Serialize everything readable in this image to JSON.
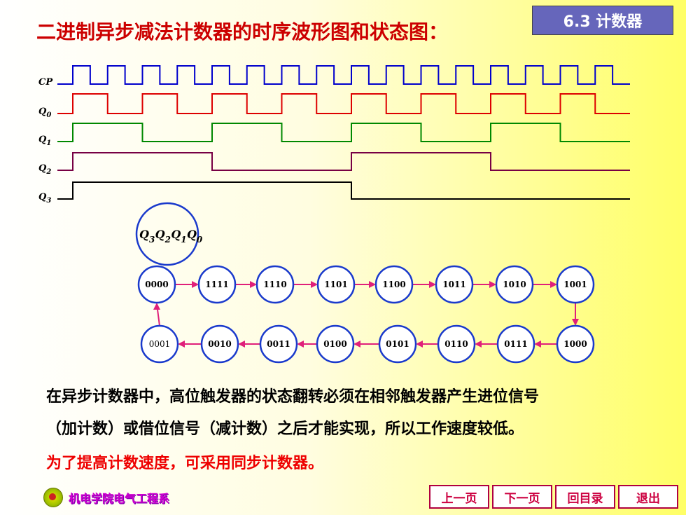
{
  "title": "二进制异步减法计数器的时序波形图和状态图：",
  "section_tab": "6.3 计数器",
  "waveform": {
    "signals": [
      {
        "id": "CP",
        "base": "CP",
        "sub": "",
        "color": "#0000cc"
      },
      {
        "id": "Q0",
        "base": "Q",
        "sub": "0",
        "color": "#dd0000"
      },
      {
        "id": "Q1",
        "base": "Q",
        "sub": "1",
        "color": "#008800"
      },
      {
        "id": "Q2",
        "base": "Q",
        "sub": "2",
        "color": "#770044"
      },
      {
        "id": "Q3",
        "base": "Q",
        "sub": "3",
        "color": "#000000"
      }
    ]
  },
  "state_diagram": {
    "header": {
      "text": "Q3Q2Q1Q0"
    },
    "top_row": [
      "0000",
      "1111",
      "1110",
      "1101",
      "1100",
      "1011",
      "1010",
      "1001"
    ],
    "bottom_row": [
      "0001",
      "0010",
      "0011",
      "0100",
      "0101",
      "0110",
      "0111",
      "1000"
    ],
    "arrow_color": "#e0207a"
  },
  "paragraphs": {
    "line1": "在异步计数器中，高位触发器的状态翻转必须在相邻触发器产生进位信号",
    "line2": "（加计数）或借位信号（减计数）之后才能实现，所以工作速度较低。",
    "line3": "为了提高计数速度，可采用同步计数器。"
  },
  "footer": {
    "org_name": "机电学院电气工程系",
    "nav": [
      "上一页",
      "下一页",
      "回目录",
      "退出"
    ]
  }
}
